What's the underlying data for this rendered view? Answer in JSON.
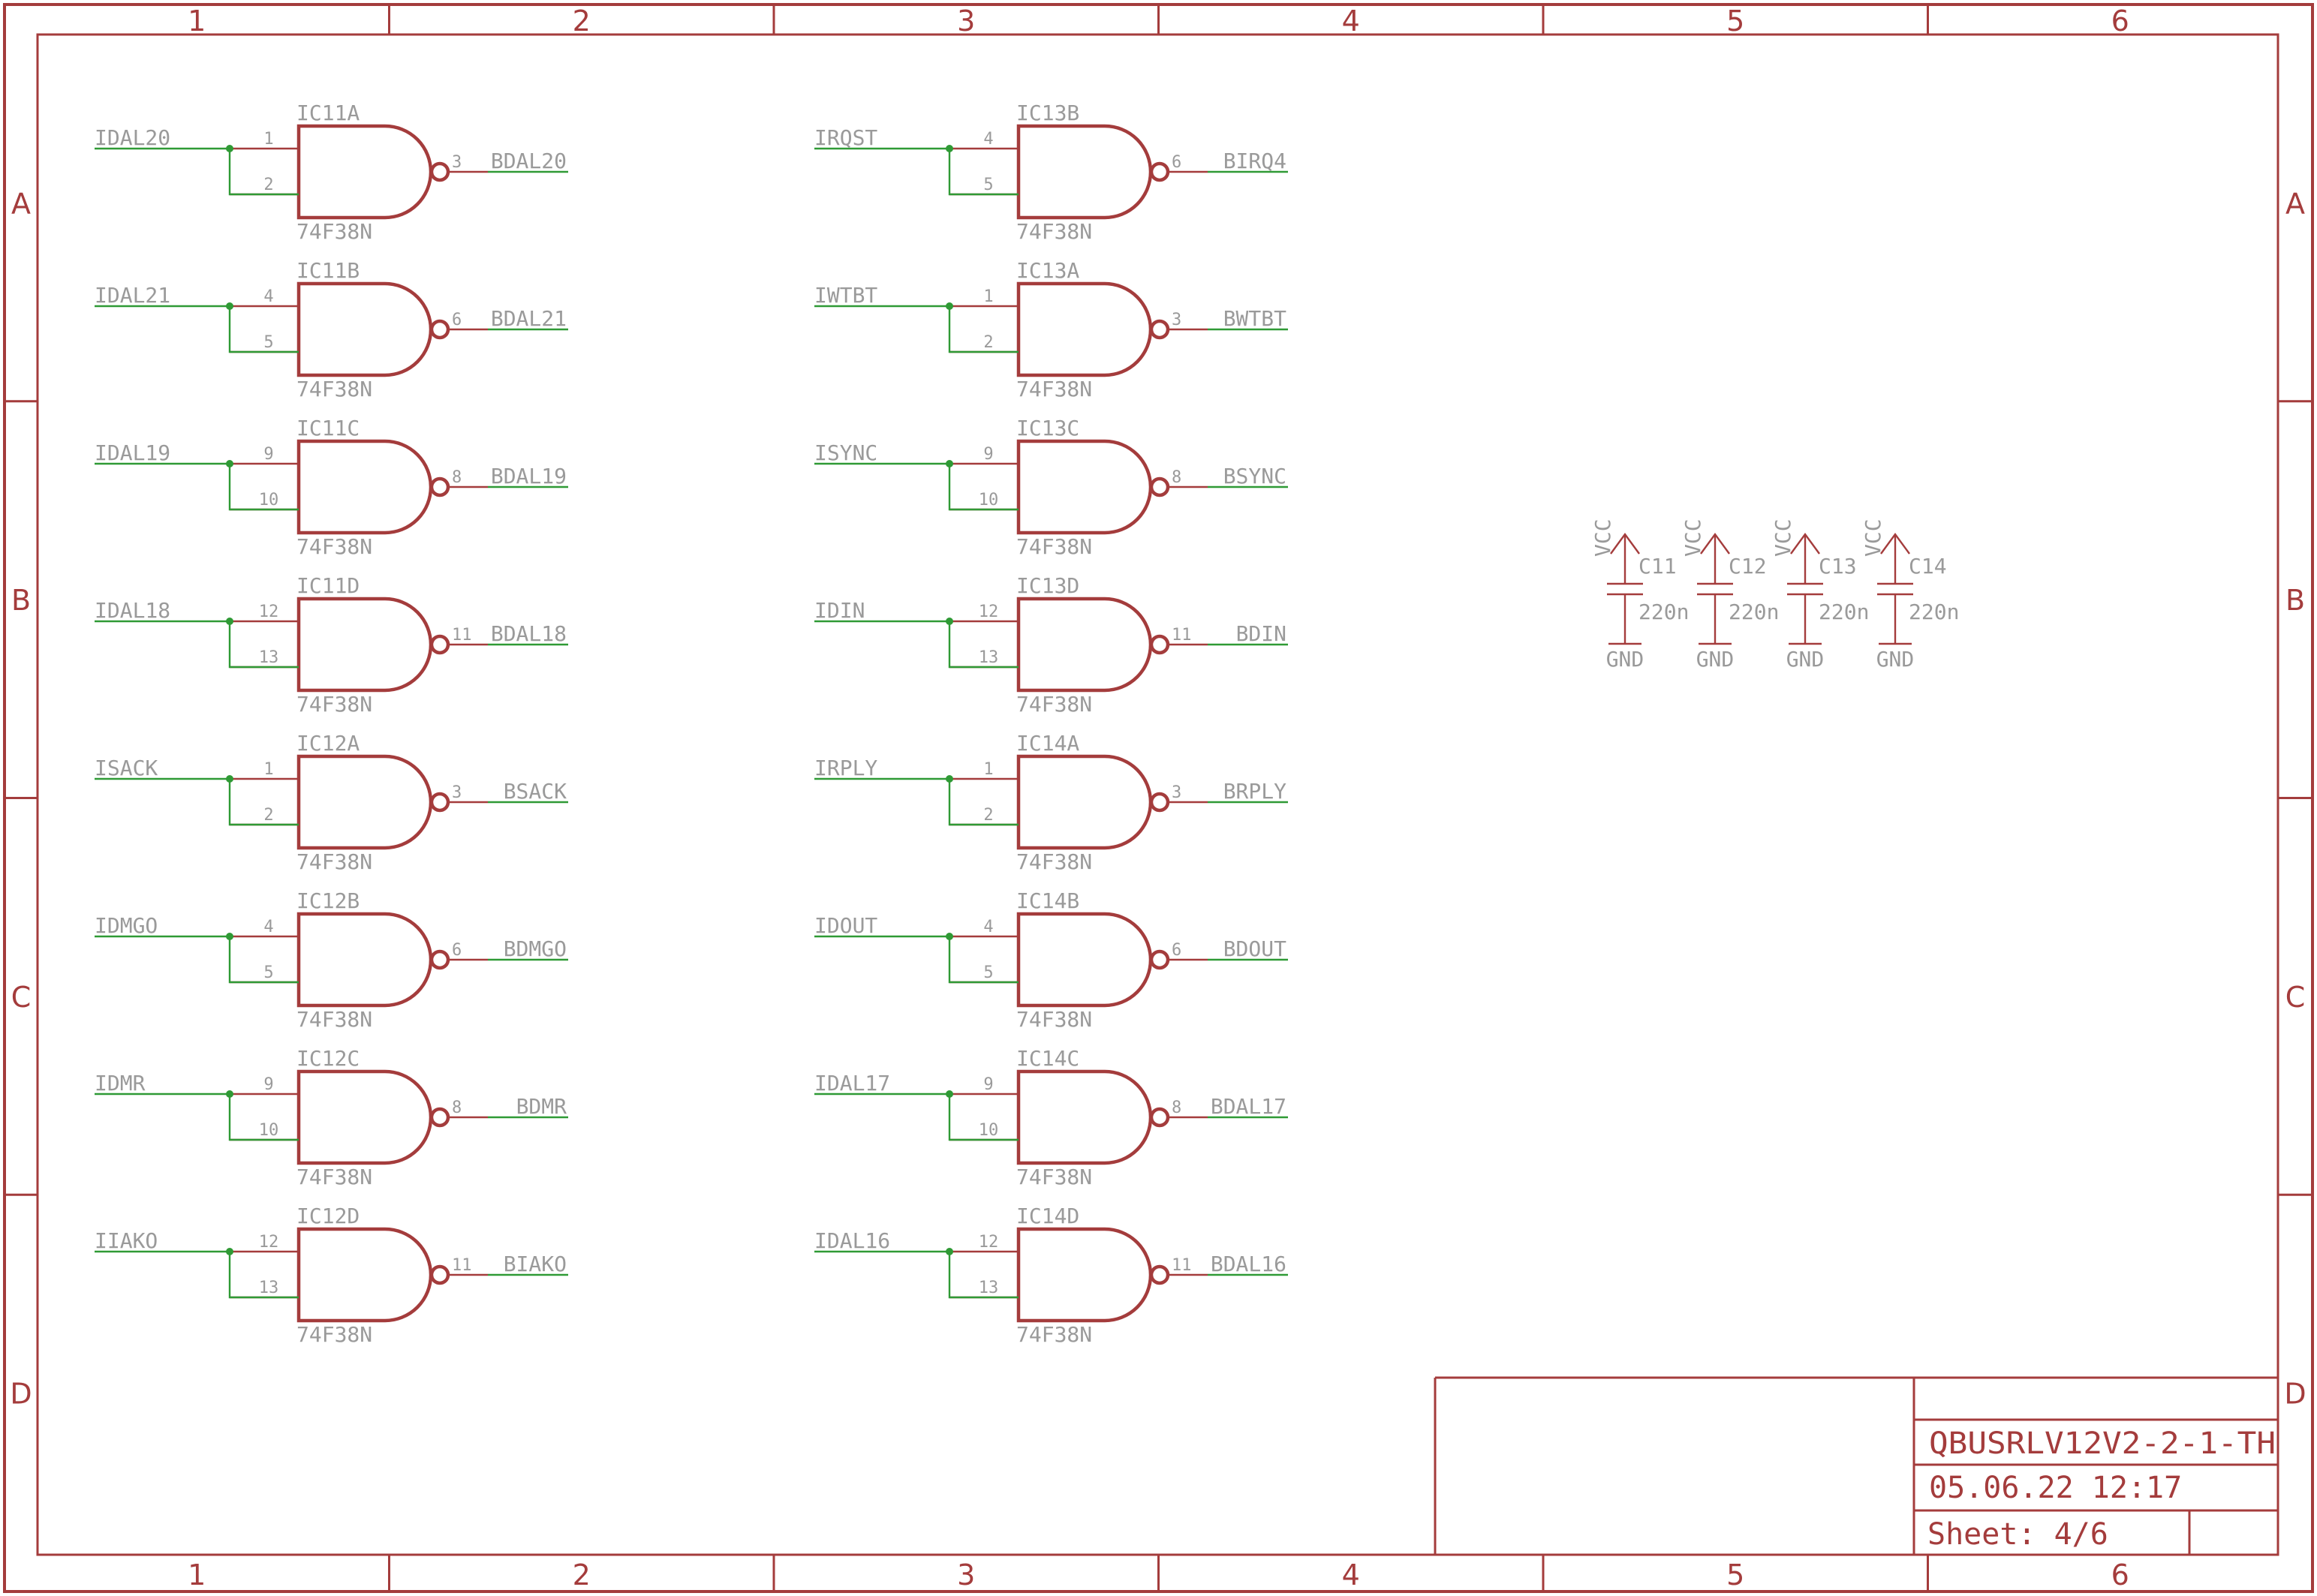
{
  "frame": {
    "columns": [
      "1",
      "2",
      "3",
      "4",
      "5",
      "6"
    ],
    "rows": [
      "A",
      "B",
      "C",
      "D"
    ]
  },
  "gates": [
    {
      "ref": "IC11A",
      "value": "74F38N",
      "in_net": "IDAL20",
      "out_net": "BDAL20",
      "pins": [
        "1",
        "2",
        "3"
      ]
    },
    {
      "ref": "IC11B",
      "value": "74F38N",
      "in_net": "IDAL21",
      "out_net": "BDAL21",
      "pins": [
        "4",
        "5",
        "6"
      ]
    },
    {
      "ref": "IC11C",
      "value": "74F38N",
      "in_net": "IDAL19",
      "out_net": "BDAL19",
      "pins": [
        "9",
        "10",
        "8"
      ]
    },
    {
      "ref": "IC11D",
      "value": "74F38N",
      "in_net": "IDAL18",
      "out_net": "BDAL18",
      "pins": [
        "12",
        "13",
        "11"
      ]
    },
    {
      "ref": "IC12A",
      "value": "74F38N",
      "in_net": "ISACK",
      "out_net": "BSACK",
      "pins": [
        "1",
        "2",
        "3"
      ]
    },
    {
      "ref": "IC12B",
      "value": "74F38N",
      "in_net": "IDMGO",
      "out_net": "BDMGO",
      "pins": [
        "4",
        "5",
        "6"
      ]
    },
    {
      "ref": "IC12C",
      "value": "74F38N",
      "in_net": "IDMR",
      "out_net": "BDMR",
      "pins": [
        "9",
        "10",
        "8"
      ]
    },
    {
      "ref": "IC12D",
      "value": "74F38N",
      "in_net": "IIAKO",
      "out_net": "BIAKO",
      "pins": [
        "12",
        "13",
        "11"
      ]
    },
    {
      "ref": "IC13B",
      "value": "74F38N",
      "in_net": "IRQST",
      "out_net": "BIRQ4",
      "pins": [
        "4",
        "5",
        "6"
      ]
    },
    {
      "ref": "IC13A",
      "value": "74F38N",
      "in_net": "IWTBT",
      "out_net": "BWTBT",
      "pins": [
        "1",
        "2",
        "3"
      ]
    },
    {
      "ref": "IC13C",
      "value": "74F38N",
      "in_net": "ISYNC",
      "out_net": "BSYNC",
      "pins": [
        "9",
        "10",
        "8"
      ]
    },
    {
      "ref": "IC13D",
      "value": "74F38N",
      "in_net": "IDIN",
      "out_net": "BDIN",
      "pins": [
        "12",
        "13",
        "11"
      ]
    },
    {
      "ref": "IC14A",
      "value": "74F38N",
      "in_net": "IRPLY",
      "out_net": "BRPLY",
      "pins": [
        "1",
        "2",
        "3"
      ]
    },
    {
      "ref": "IC14B",
      "value": "74F38N",
      "in_net": "IDOUT",
      "out_net": "BDOUT",
      "pins": [
        "4",
        "5",
        "6"
      ]
    },
    {
      "ref": "IC14C",
      "value": "74F38N",
      "in_net": "IDAL17",
      "out_net": "BDAL17",
      "pins": [
        "9",
        "10",
        "8"
      ]
    },
    {
      "ref": "IC14D",
      "value": "74F38N",
      "in_net": "IDAL16",
      "out_net": "BDAL16",
      "pins": [
        "12",
        "13",
        "11"
      ]
    }
  ],
  "capacitors": [
    {
      "ref": "C11",
      "value": "220n",
      "top": "VCC",
      "bottom": "GND"
    },
    {
      "ref": "C12",
      "value": "220n",
      "top": "VCC",
      "bottom": "GND"
    },
    {
      "ref": "C13",
      "value": "220n",
      "top": "VCC",
      "bottom": "GND"
    },
    {
      "ref": "C14",
      "value": "220n",
      "top": "VCC",
      "bottom": "GND"
    }
  ],
  "title_block": {
    "name": "QBUSRLV12V2-2-1-TH",
    "date": "05.06.22 12:17",
    "sheet": "Sheet: 4/6"
  }
}
